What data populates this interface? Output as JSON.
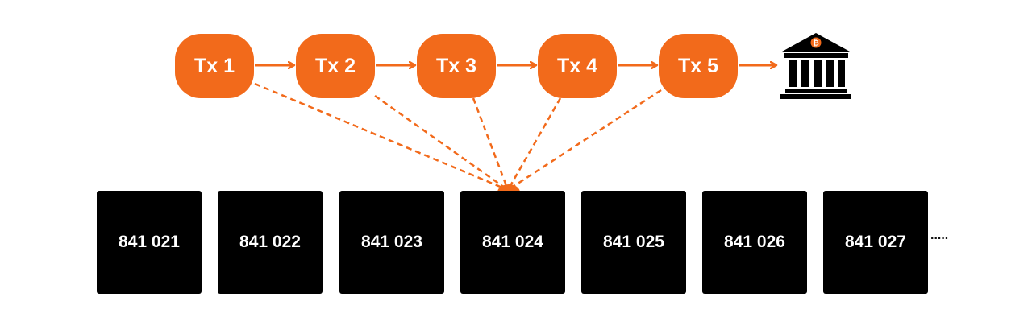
{
  "colors": {
    "accent": "#f26a1b",
    "block": "#000000",
    "text_on_dark": "#ffffff"
  },
  "transactions": [
    {
      "label": "Tx 1"
    },
    {
      "label": "Tx 2"
    },
    {
      "label": "Tx 3"
    },
    {
      "label": "Tx 4"
    },
    {
      "label": "Tx 5"
    }
  ],
  "destination_icon": "bank-building-icon",
  "destination_badge_icon": "bitcoin-icon",
  "blocks": [
    {
      "label": "841 021"
    },
    {
      "label": "841 022"
    },
    {
      "label": "841 023"
    },
    {
      "label": "841 024"
    },
    {
      "label": "841 025"
    },
    {
      "label": "841 026"
    },
    {
      "label": "841 027"
    }
  ],
  "continuation": "....."
}
